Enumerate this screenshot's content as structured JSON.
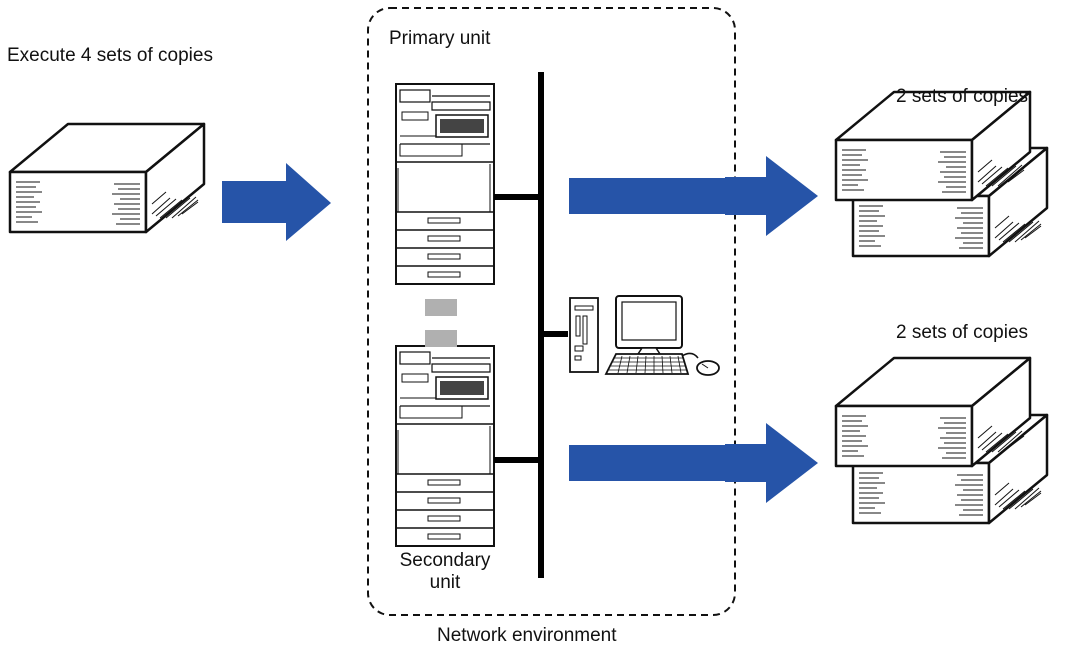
{
  "labels": {
    "source": "Execute 4 sets of copies",
    "primary": "Primary unit",
    "secondary_line1": "Secondary",
    "secondary_line2": "unit",
    "output_top": "2 sets of copies",
    "output_bottom": "2 sets of copies",
    "network": "Network environment"
  },
  "colors": {
    "arrow": "#2654a8",
    "connector": "#b0b0b0",
    "line": "#000000",
    "outline": "#111111"
  },
  "icons": {
    "source": "paper-stack-icon",
    "devices": "multifunction-printer-icon",
    "computer": "desktop-computer-icon",
    "output": "paper-stack-icon"
  }
}
